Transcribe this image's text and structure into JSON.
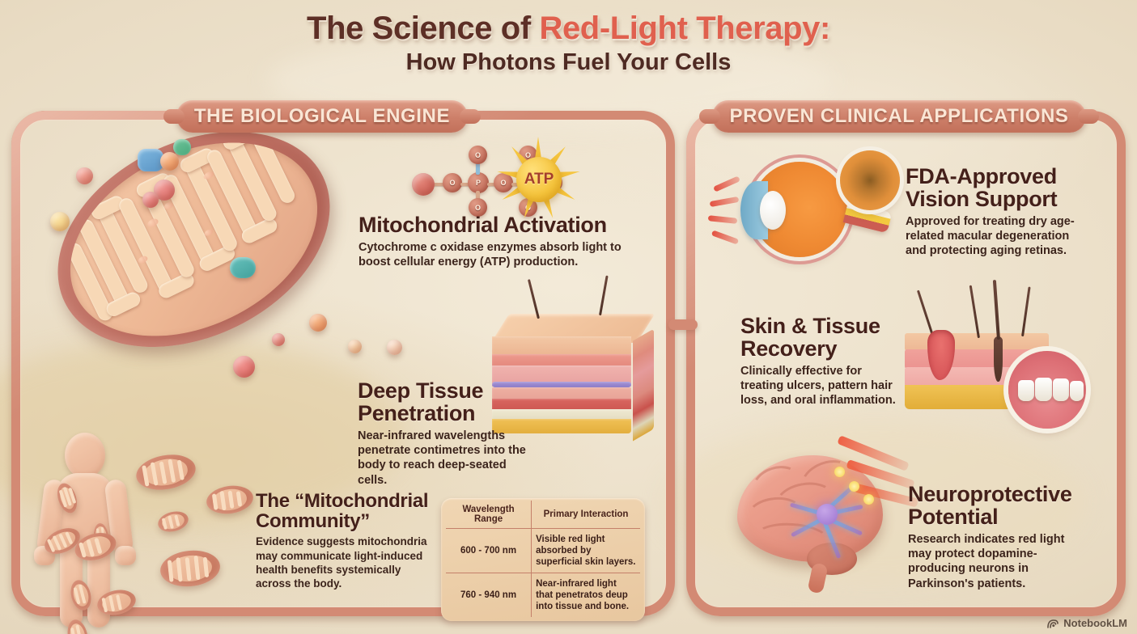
{
  "header": {
    "title_part1": "The Science of ",
    "title_accent": "Red-Light Therapy:",
    "subtitle": "How Photons Fuel Your Cells"
  },
  "sections": {
    "left_label": "THE BIOLOGICAL ENGINE",
    "right_label": "PROVEN CLINICAL APPLICATIONS"
  },
  "left_blocks": [
    {
      "heading": "Mitochondrial Activation",
      "body": "Cytochrome c oxidase enzymes absorb light to boost cellular energy (ATP) production."
    },
    {
      "heading_line1": "Deep Tissue",
      "heading_line2": "Penetration",
      "body": "Near-infrared wavelengths penetrate contimetres into the body to reach deep-seated cells."
    },
    {
      "heading_line1": "The “Mitochondrial",
      "heading_line2": "Community”",
      "body": "Evidence suggests mitochondria may communicate light-induced health benefits systemically across the body."
    }
  ],
  "right_blocks": [
    {
      "heading_line1": "FDA-Approved",
      "heading_line2": "Vision Support",
      "body": "Approved for treating dry age-related macular degeneration and protecting aging retinas."
    },
    {
      "heading_line1": "Skin & Tissue",
      "heading_line2": "Recovery",
      "body": "Clinically effective for treating ulcers, pattern hair loss, and oral inflammation."
    },
    {
      "heading_line1": "Neuroprotective",
      "heading_line2": "Potential",
      "body": "Research indicates red light may protect dopamine-producing neurons in Parkinson's patients."
    }
  ],
  "wavelength_table": {
    "headers": [
      "Wavelength Range",
      "Primary Interaction"
    ],
    "rows": [
      {
        "range": "600 - 700 nm",
        "interaction": "Visible red light absorbed by superficial skin layers."
      },
      {
        "range": "760 - 940 nm",
        "interaction": "Near-infrared light that penetratos deup into tissue and bone."
      }
    ]
  },
  "atp_label": "ATP",
  "watermark": "NotebookLM",
  "colors": {
    "background": "#ecdfc6",
    "frame": "#d38a74",
    "title_dark": "#5d2f26",
    "title_accent": "#e0604e",
    "pill_text": "#fae6d5",
    "heading": "#44201a",
    "body_text": "#3c241c",
    "table_bg": "#eccfa8",
    "table_rule": "#c4806a",
    "red_light": "#e24838",
    "atp_sun": "#f5c43c",
    "neuron_blue": "#6ebee1",
    "neuron_purple": "#9b72cf"
  }
}
